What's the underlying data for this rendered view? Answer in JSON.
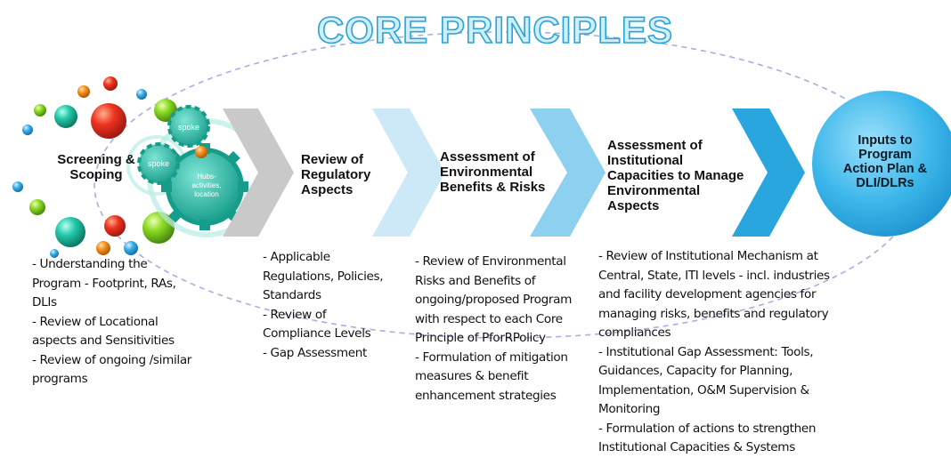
{
  "title": "CORE PRINCIPLES",
  "colors": {
    "title_fill": "#cfeefa",
    "title_stroke": "#2aa3d6",
    "ellipse": "#a7aee0",
    "chevron_gray": "#c9c9c9",
    "chevron_blue_light": "#cde9f8",
    "chevron_blue_mid": "#8dd0f0",
    "chevron_blue_dark": "#2aa6df",
    "final_circle": "#35b4e8",
    "gear": "#21bfae"
  },
  "stages": [
    {
      "title_lines": [
        "Screening &",
        "Scoping"
      ],
      "bullet_lines": [
        "- Understanding the",
        "Program - Footprint, RAs,",
        "DLIs",
        "- Review of Locational",
        "aspects and Sensitivities",
        "- Review of ongoing /similar",
        "programs"
      ]
    },
    {
      "title_lines": [
        "Review of",
        "Regulatory",
        "Aspects"
      ],
      "bullet_lines": [
        "- Applicable",
        "Regulations, Policies,",
        "Standards",
        "- Review of",
        "Compliance Levels",
        "- Gap Assessment"
      ]
    },
    {
      "title_lines": [
        "Assessment of",
        "Environmental",
        "Benefits & Risks"
      ],
      "bullet_lines": [
        "- Review of Environmental",
        "Risks and Benefits of",
        "ongoing/proposed Program",
        "with respect to each Core",
        "Principle of PforRPolicy",
        "- Formulation of mitigation",
        "measures & benefit",
        "enhancement strategies"
      ]
    },
    {
      "title_lines": [
        "Assessment of",
        "Institutional",
        "Capacities to Manage",
        "Environmental",
        "Aspects"
      ],
      "bullet_lines": [
        "- Review of Institutional Mechanism at",
        "Central, State, ITI levels - incl. industries",
        "and facility development agencies for",
        "managing risks, benefits and regulatory",
        "compliances",
        "- Institutional Gap Assessment: Tools,",
        "Guidances, Capacity for Planning,",
        "Implementation, O&M Supervision &",
        "Monitoring",
        " - Formulation of actions to strengthen",
        "Institutional Capacities & Systems"
      ]
    }
  ],
  "final_step": {
    "lines": [
      "Inputs to",
      "Program",
      "Action Plan &",
      "DLI/DLRs"
    ]
  },
  "gears": {
    "spoke_top": "spoke",
    "spoke_left": "spoke",
    "hub_lines": [
      "Hubs-",
      "activities,",
      "location"
    ]
  }
}
